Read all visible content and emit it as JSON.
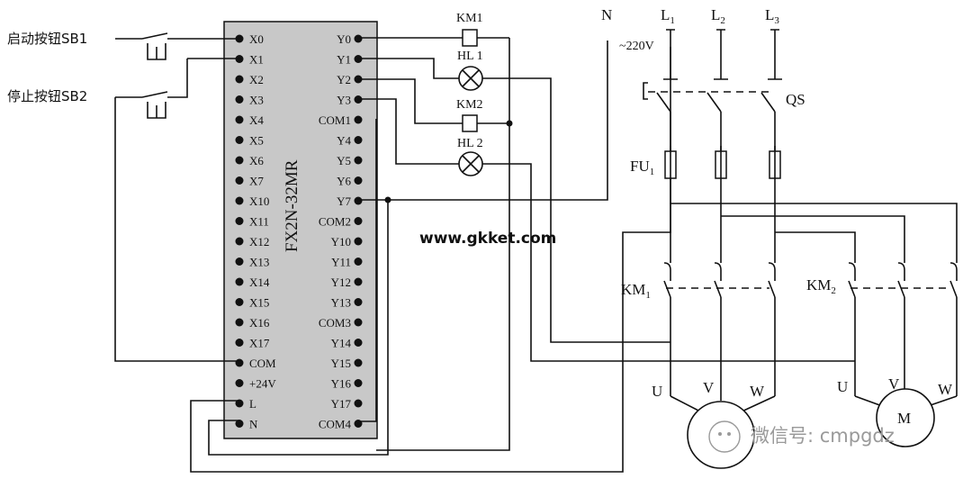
{
  "plc": {
    "model": "FX2N-32MR",
    "inputs": [
      "X0",
      "X1",
      "X2",
      "X3",
      "X4",
      "X5",
      "X6",
      "X7",
      "X10",
      "X11",
      "X12",
      "X13",
      "X14",
      "X15",
      "X16",
      "X17",
      "COM",
      "+24V",
      "L",
      "N"
    ],
    "outputs": [
      "Y0",
      "Y1",
      "Y2",
      "Y3",
      "COM1",
      "Y4",
      "Y5",
      "Y6",
      "Y7",
      "COM2",
      "Y10",
      "Y11",
      "Y12",
      "Y13",
      "COM3",
      "Y14",
      "Y15",
      "Y16",
      "Y17",
      "COM4"
    ]
  },
  "buttons": {
    "start": "启动按钮SB1",
    "stop": "停止按钮SB2"
  },
  "loads": {
    "km1": "KM1",
    "hl1": "HL 1",
    "km2": "KM2",
    "hl2": "HL 2"
  },
  "power": {
    "neutral": "N",
    "l1": "L",
    "l1_sub": "1",
    "l2": "L",
    "l2_sub": "2",
    "l3": "L",
    "l3_sub": "3",
    "voltage": "~220V",
    "qs": "QS",
    "fu": "FU",
    "fu_sub": "1",
    "km1": "KM",
    "km1_sub": "1",
    "km2": "KM",
    "km2_sub": "2"
  },
  "motors": {
    "m1_terminals": [
      "U",
      "V",
      "W"
    ],
    "m2_terminals": [
      "U",
      "V",
      "W"
    ],
    "m2_label": "M"
  },
  "watermarks": {
    "site": "www.gkket.com",
    "wechat": "微信号: cmpgdz"
  }
}
